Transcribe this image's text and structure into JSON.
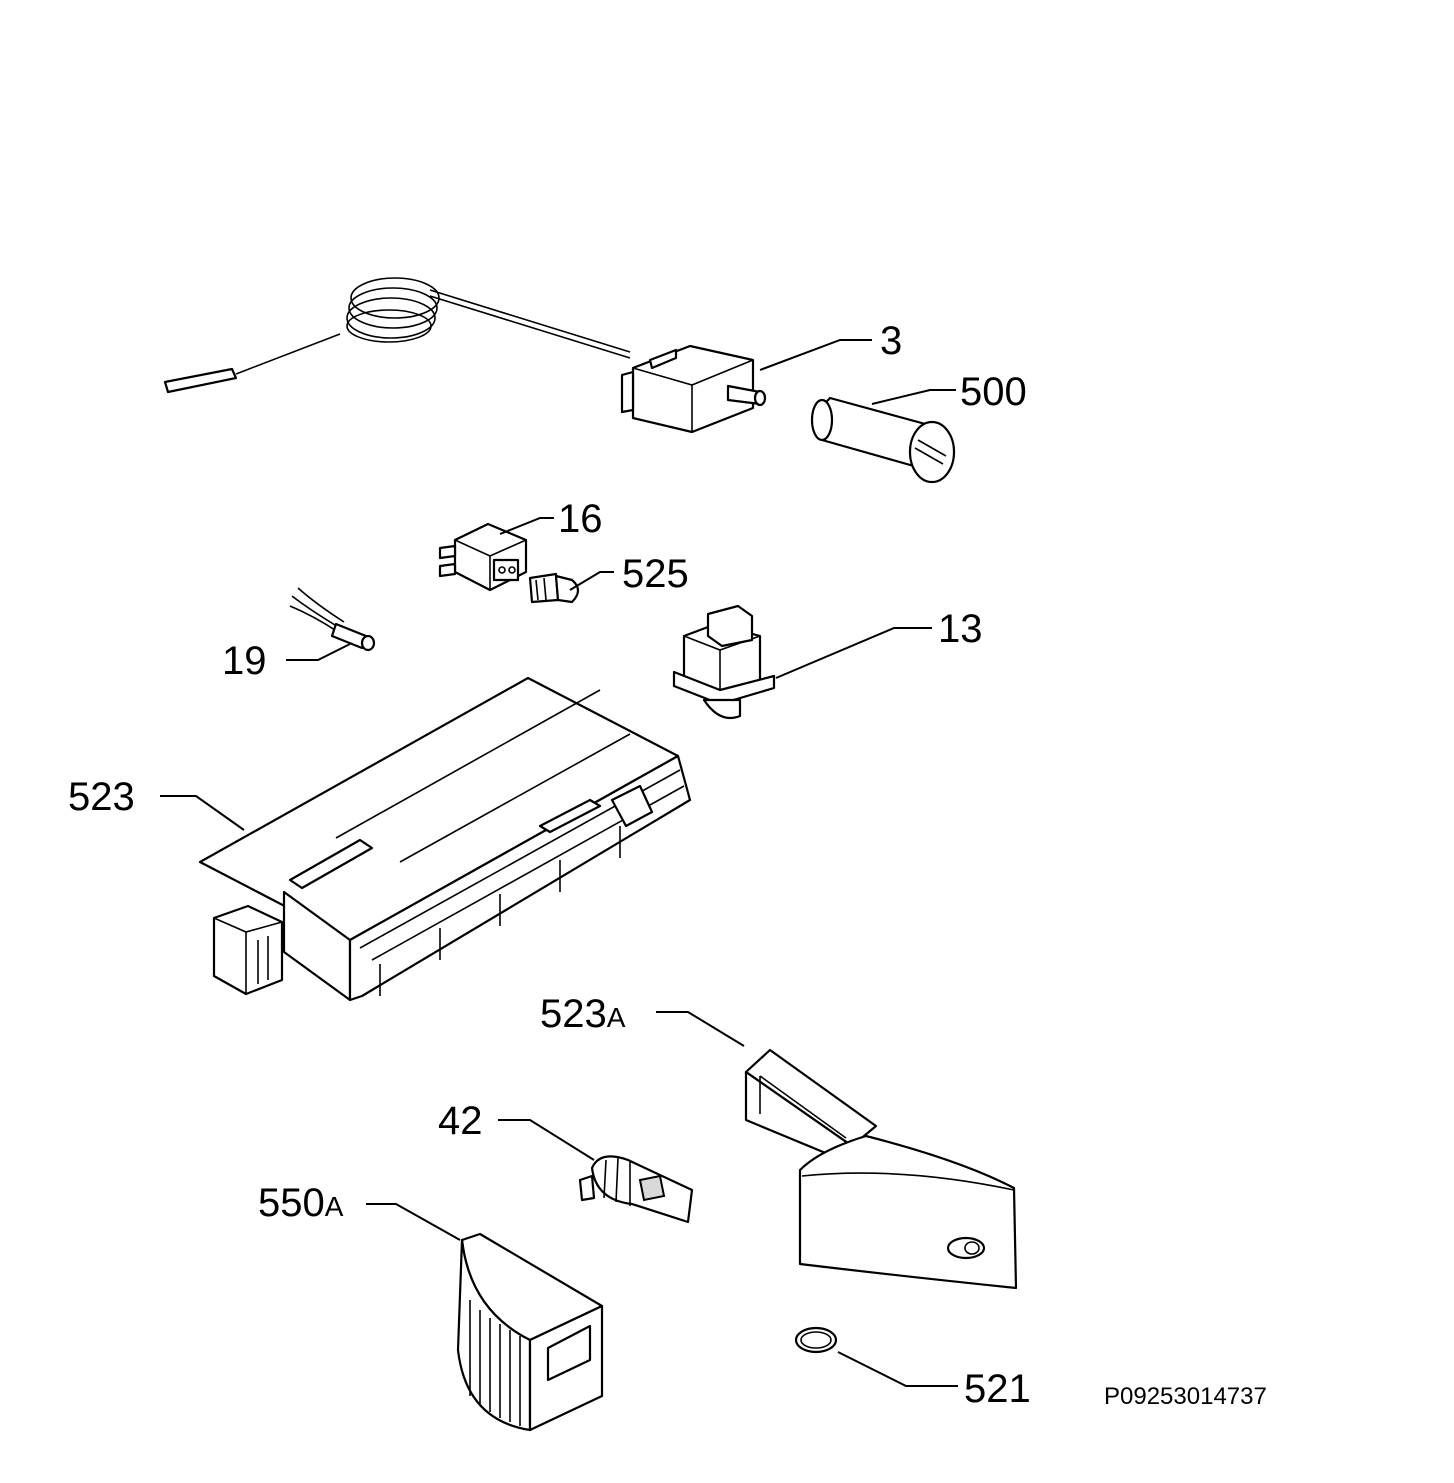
{
  "diagram": {
    "code": "P09253014737",
    "callouts": [
      {
        "id": "3",
        "text": "3",
        "suffix": ""
      },
      {
        "id": "500",
        "text": "500",
        "suffix": ""
      },
      {
        "id": "16",
        "text": "16",
        "suffix": ""
      },
      {
        "id": "525",
        "text": "525",
        "suffix": ""
      },
      {
        "id": "19",
        "text": "19",
        "suffix": ""
      },
      {
        "id": "13",
        "text": "13",
        "suffix": ""
      },
      {
        "id": "523",
        "text": "523",
        "suffix": ""
      },
      {
        "id": "523A",
        "text": "523",
        "suffix": "A"
      },
      {
        "id": "42",
        "text": "42",
        "suffix": ""
      },
      {
        "id": "550A",
        "text": "550",
        "suffix": "A"
      },
      {
        "id": "521",
        "text": "521",
        "suffix": ""
      }
    ]
  }
}
